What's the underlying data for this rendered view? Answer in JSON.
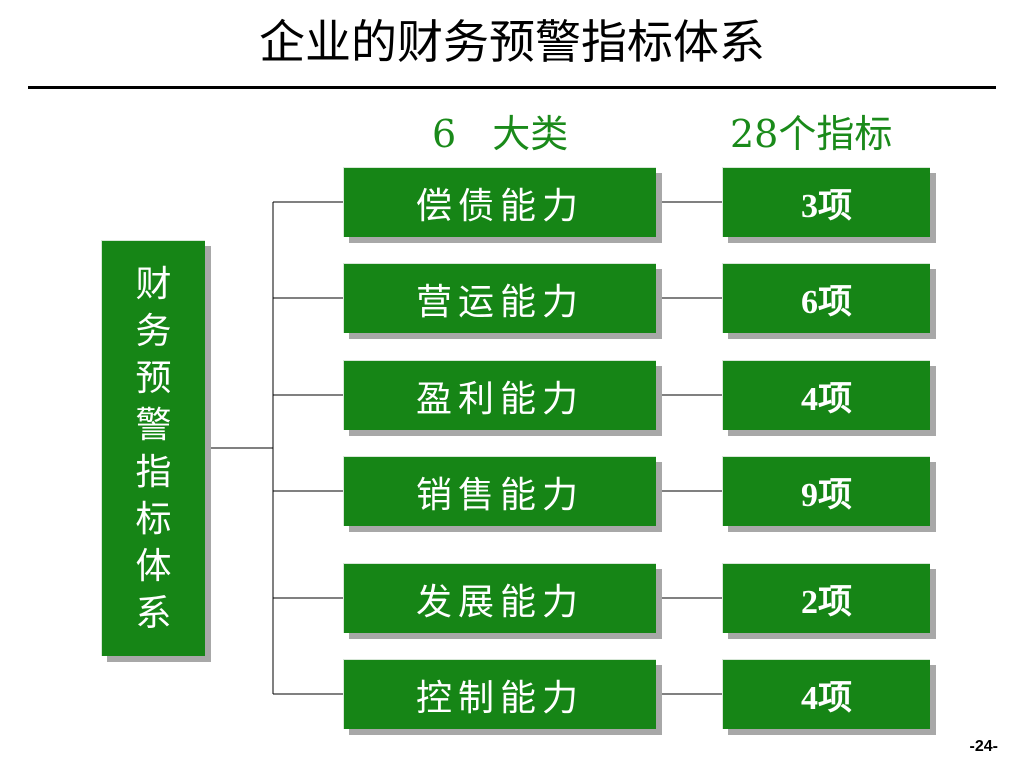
{
  "title": "企业的财务预警指标体系",
  "headings": {
    "categories": "6 大类",
    "indicators": "28个指标"
  },
  "root": {
    "label": "财务预警指标体系"
  },
  "rows": [
    {
      "category": "偿债能力",
      "count": "3项"
    },
    {
      "category": "营运能力",
      "count": "6项"
    },
    {
      "category": "盈利能力",
      "count": "4项"
    },
    {
      "category": "销售能力",
      "count": "9项"
    },
    {
      "category": "发展能力",
      "count": "2项"
    },
    {
      "category": "控制能力",
      "count": "4项"
    }
  ],
  "page_number": "-24-",
  "colors": {
    "box_fill": "#168516",
    "heading_text": "#1a8a1a",
    "shadow": "#a8a8a8"
  }
}
